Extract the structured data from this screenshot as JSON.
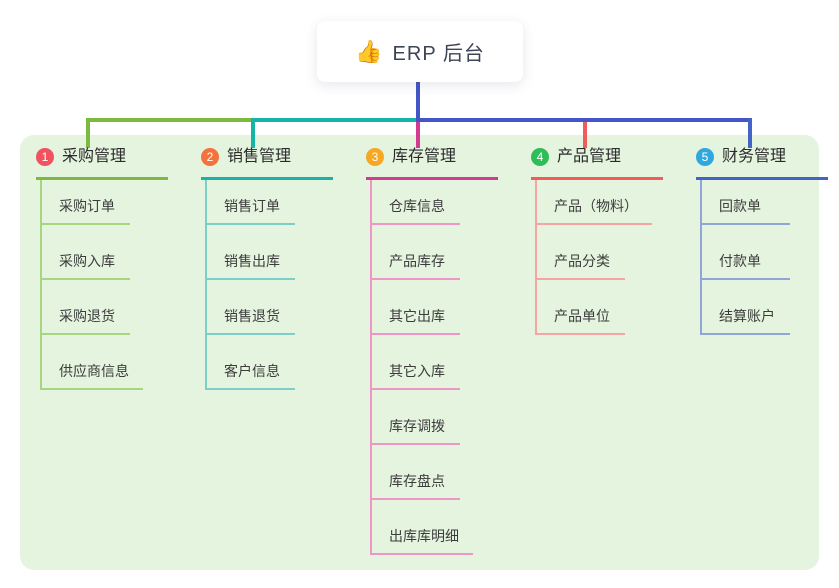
{
  "root": {
    "emoji": "👍",
    "icon": "thumbs-up-icon",
    "title": "ERP 后台"
  },
  "colors": {
    "panel_bg": "#E5F4DF",
    "card_bg": "#FFFFFF",
    "root_line": "#4456C7",
    "title_color": "#3D4456"
  },
  "branches": [
    {
      "num": "1",
      "label": "采购管理",
      "badge_color": "#F0535F",
      "line_color": "#7CB93F",
      "light_color": "#A8D57F",
      "children": [
        "采购订单",
        "采购入库",
        "采购退货",
        "供应商信息"
      ]
    },
    {
      "num": "2",
      "label": "销售管理",
      "badge_color": "#F2733B",
      "line_color": "#17B3A6",
      "light_color": "#7BCFC8",
      "children": [
        "销售订单",
        "销售出库",
        "销售退货",
        "客户信息"
      ]
    },
    {
      "num": "3",
      "label": "库存管理",
      "badge_color": "#F7A823",
      "line_color": "#D53A92",
      "light_color": "#EE96C8",
      "children": [
        "仓库信息",
        "产品库存",
        "其它出库",
        "其它入库",
        "库存调拨",
        "库存盘点",
        "出库库明细"
      ]
    },
    {
      "num": "4",
      "label": "产品管理",
      "badge_color": "#2EBD59",
      "line_color": "#F15B5B",
      "light_color": "#F7A3A3",
      "children": [
        "产品（物料）",
        "产品分类",
        "产品单位"
      ]
    },
    {
      "num": "5",
      "label": "财务管理",
      "badge_color": "#2FA8DE",
      "line_color": "#4463C6",
      "light_color": "#90A5D8",
      "children": [
        "回款单",
        "付款单",
        "结算账户"
      ]
    }
  ]
}
